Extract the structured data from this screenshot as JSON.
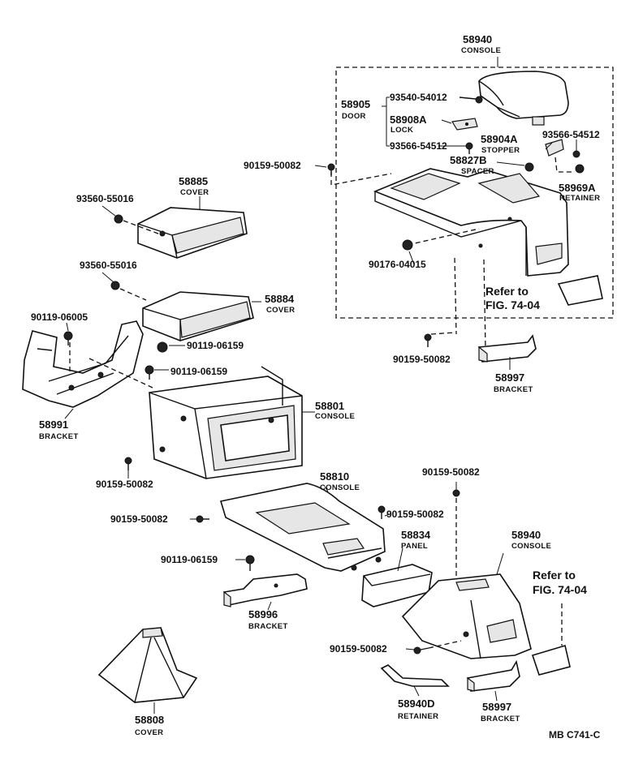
{
  "labels": {
    "c58940_top": {
      "part": "58940",
      "name": "CONSOLE"
    },
    "c58905": {
      "part": "58905",
      "name": "DOOR"
    },
    "b93540": {
      "code": "93540-54012"
    },
    "l58908A": {
      "part": "58908A",
      "name": "LOCK"
    },
    "b93566_left": {
      "code": "93566-54512"
    },
    "s58904A": {
      "part": "58904A",
      "name": "STOPPER"
    },
    "b93566_right": {
      "code": "93566-54512"
    },
    "s58827B": {
      "part": "58827B",
      "name": "SPACER"
    },
    "r58969A": {
      "part": "58969A",
      "name": "RETAINER"
    },
    "s90159_a": {
      "code": "90159-50082"
    },
    "n90176": {
      "code": "90176-04015"
    },
    "ref_top": {
      "line1": "Refer to",
      "line2": "FIG. 74-04"
    },
    "s90159_b": {
      "code": "90159-50082"
    },
    "b58997_top": {
      "part": "58997",
      "name": "BRACKET"
    },
    "c58885": {
      "part": "58885",
      "name": "COVER"
    },
    "s93560_a": {
      "code": "93560-55016"
    },
    "s93560_b": {
      "code": "93560-55016"
    },
    "c58884": {
      "part": "58884",
      "name": "COVER"
    },
    "b90119_a": {
      "code": "90119-06005"
    },
    "b90119_b": {
      "code": "90119-06159"
    },
    "b90119_c": {
      "code": "90119-06159"
    },
    "br58991": {
      "part": "58991",
      "name": "BRACKET"
    },
    "c58801": {
      "part": "58801",
      "name": "CONSOLE"
    },
    "s90159_c": {
      "code": "90159-50082"
    },
    "s90159_d": {
      "code": "90159-50082"
    },
    "c58810": {
      "part": "58810",
      "name": "CONSOLE"
    },
    "s90159_e": {
      "code": "90159-50082"
    },
    "s90159_f": {
      "code": "90159-50082"
    },
    "p58834": {
      "part": "58834",
      "name": "PANEL"
    },
    "c58940_bot": {
      "part": "58940",
      "name": "CONSOLE"
    },
    "ref_bot": {
      "line1": "Refer to",
      "line2": "FIG. 74-04"
    },
    "b90119_d": {
      "code": "90119-06159"
    },
    "br58996": {
      "part": "58996",
      "name": "BRACKET"
    },
    "s90159_g": {
      "code": "90159-50082"
    },
    "r58940D": {
      "part": "58940D",
      "name": "RETAINER"
    },
    "b58997_bot": {
      "part": "58997",
      "name": "BRACKET"
    },
    "cov58808": {
      "part": "58808",
      "name": "COVER"
    },
    "figure_code": "MB C741-C"
  }
}
